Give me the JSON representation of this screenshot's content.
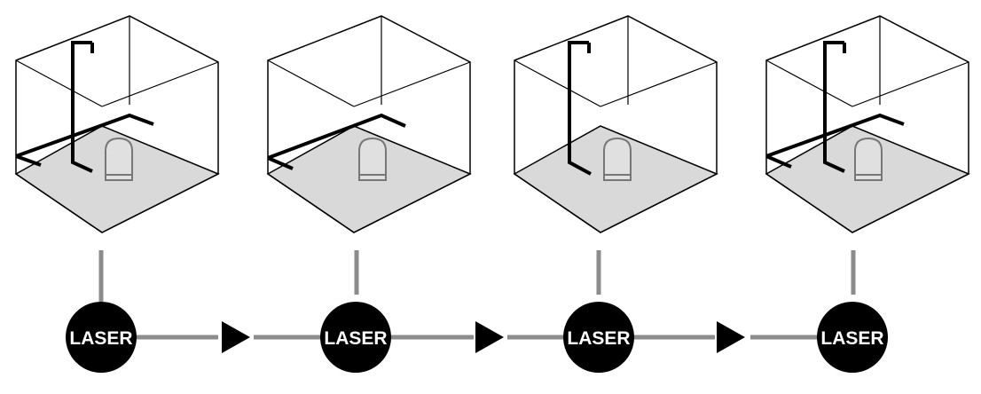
{
  "stages": [
    {
      "laser_label": "LASER",
      "icon": "room-cube-icon",
      "lines": [
        "vertical-line-left-wall",
        "horizontal-line-left-wall",
        "horizontal-line-back-wall"
      ]
    },
    {
      "laser_label": "LASER",
      "icon": "room-cube-icon",
      "lines": [
        "horizontal-line-back-wall"
      ]
    },
    {
      "laser_label": "LASER",
      "icon": "room-cube-icon",
      "lines": [
        "vertical-line-left-wall"
      ]
    },
    {
      "laser_label": "LASER",
      "icon": "room-cube-icon",
      "lines": [
        "vertical-line-left-wall",
        "horizontal-line-left-wall",
        "horizontal-line-back-wall"
      ]
    }
  ],
  "connector_icon": "play-arrow-icon",
  "colors": {
    "outline": "#000000",
    "floor": "#d9d9d9",
    "connector": "#8c8c8c",
    "laser_fill": "#000000",
    "laser_text": "#ffffff"
  }
}
